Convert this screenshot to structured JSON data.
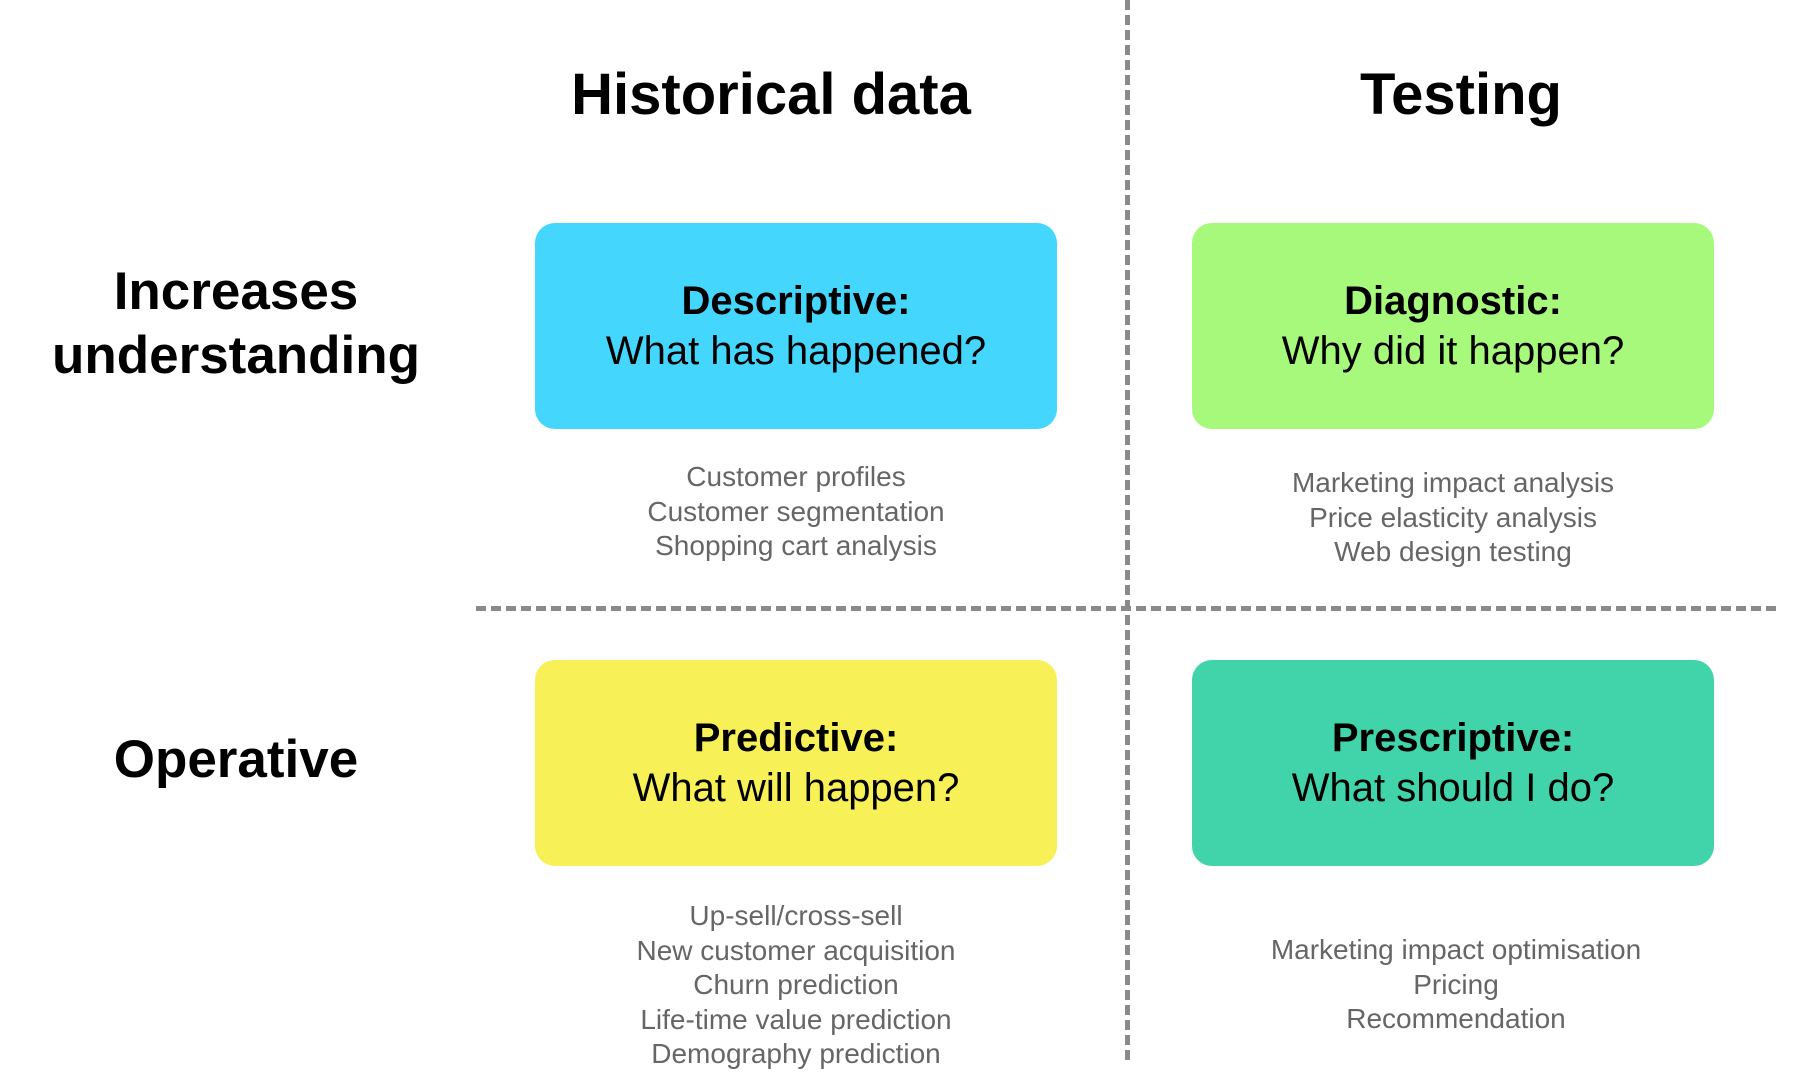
{
  "columns": {
    "historical": "Historical data",
    "testing": "Testing"
  },
  "rows": {
    "understanding": [
      "Increases",
      "understanding"
    ],
    "operative": "Operative"
  },
  "cards": {
    "descriptive": {
      "title": "Descriptive:",
      "question": "What has happened?",
      "color": "#44d6fc",
      "examples": [
        "Customer profiles",
        "Customer segmentation",
        "Shopping cart analysis"
      ]
    },
    "diagnostic": {
      "title": "Diagnostic:",
      "question": "Why did it happen?",
      "color": "#a6f97b",
      "examples": [
        "Marketing impact analysis",
        "Price elasticity analysis",
        "Web design testing"
      ]
    },
    "predictive": {
      "title": "Predictive:",
      "question": "What will happen?",
      "color": "#f7f057",
      "examples": [
        "Up-sell/cross-sell",
        "New customer acquisition",
        "Churn prediction",
        "Life-time value prediction",
        "Demography prediction"
      ]
    },
    "prescriptive": {
      "title": "Prescriptive:",
      "question": "What should I do?",
      "color": "#41d3a9",
      "examples": [
        "Marketing impact optimisation",
        "Pricing",
        "Recommendation"
      ]
    }
  },
  "colors": {
    "divider": "#8a8a8a",
    "example_text": "#666666"
  }
}
